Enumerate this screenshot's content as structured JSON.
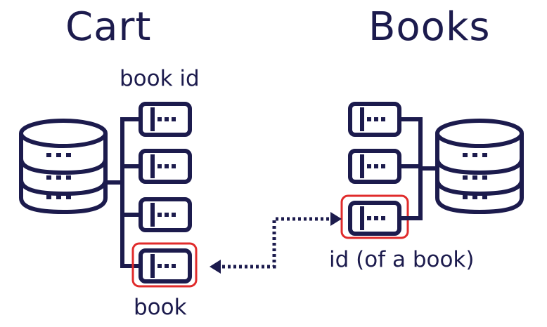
{
  "cart": {
    "title": "Cart",
    "label_book_id": "book id",
    "label_book": "book"
  },
  "books": {
    "title": "Books",
    "label_id": "id (of a book)"
  },
  "colors": {
    "ink": "#1c1b4d",
    "highlight": "#e02b2b",
    "background": "#ffffff"
  },
  "icons": {
    "database": "database-icon",
    "record": "record-icon"
  }
}
